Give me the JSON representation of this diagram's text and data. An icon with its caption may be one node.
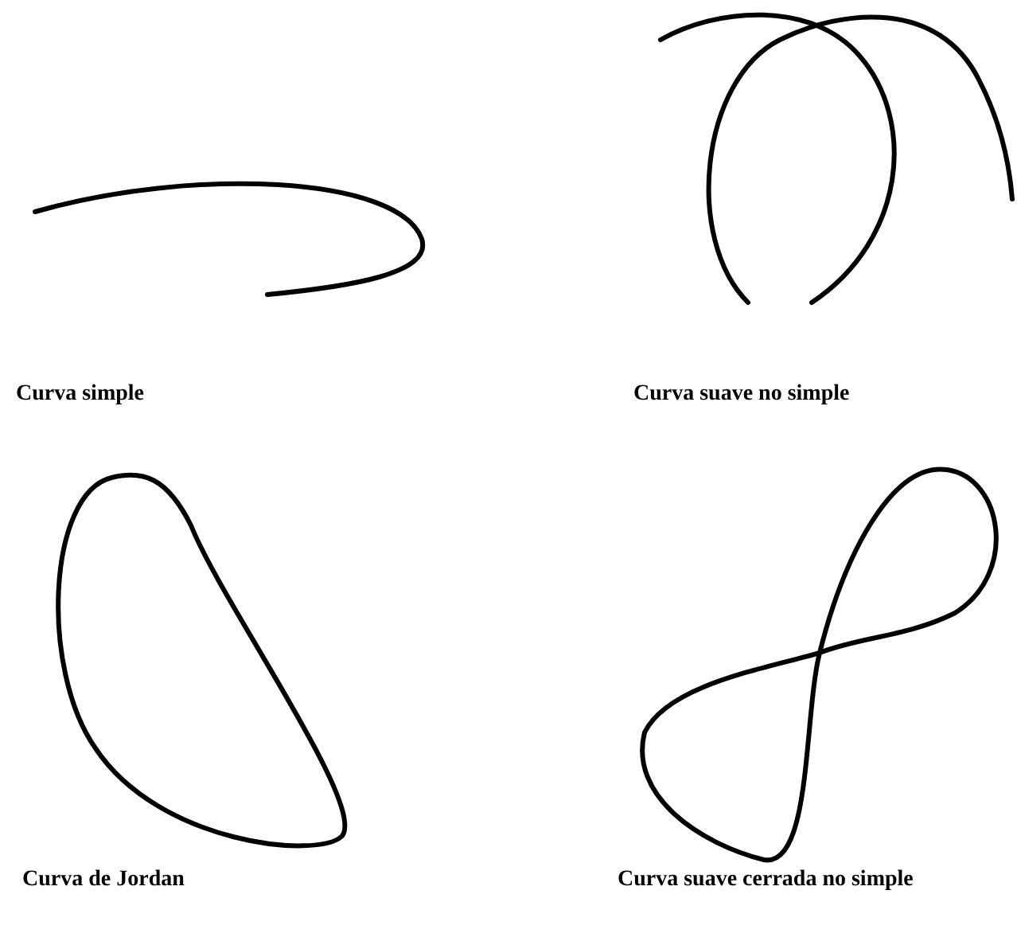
{
  "diagram": {
    "labels": [
      "Curva simple",
      "Curva suave no simple",
      "Curva de Jordan",
      "Curva suave cerrada no simple"
    ]
  }
}
